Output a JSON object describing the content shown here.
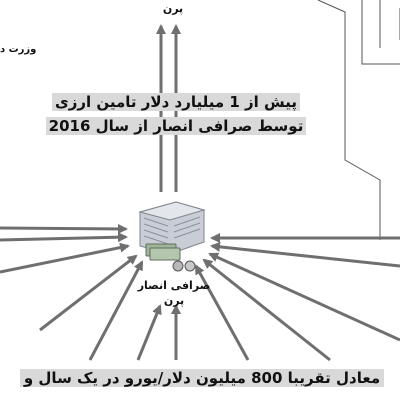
{
  "labels": {
    "top_node": "پرن",
    "ministry": "وزرت د",
    "hub_name": "صرافی انصار",
    "hub_sub": "پرن"
  },
  "captions": {
    "top_line1": "پیش از 1 میلیارد دلار تامین ارزی",
    "top_line2": "توسط صرافی انصار از سال 2016",
    "bottom": "معادل تقریبا 800 میلیون دلار/یورو در یک سال و"
  },
  "hub_icon": "bank-building-with-money-icon",
  "colors": {
    "arrow": "#6f6f6f",
    "line": "#555555",
    "caption_bg": "#d9d9d9",
    "building": "#c9ced6"
  }
}
